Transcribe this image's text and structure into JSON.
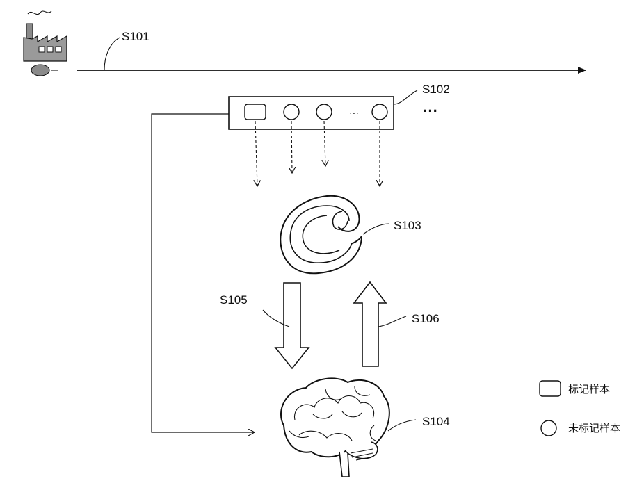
{
  "labels": {
    "s101": "S101",
    "s102": "S102",
    "s103": "S103",
    "s104": "S104",
    "s105": "S105",
    "s106": "S106"
  },
  "sample_bar": {
    "ellipsis_inner": "···",
    "ellipsis_outer": "···"
  },
  "legend": {
    "labeled": "标记样本",
    "unlabeled": "未标记样本"
  },
  "icons": {
    "source": "factory-icon",
    "model": "spiral-model-icon",
    "learner": "brain-icon"
  }
}
